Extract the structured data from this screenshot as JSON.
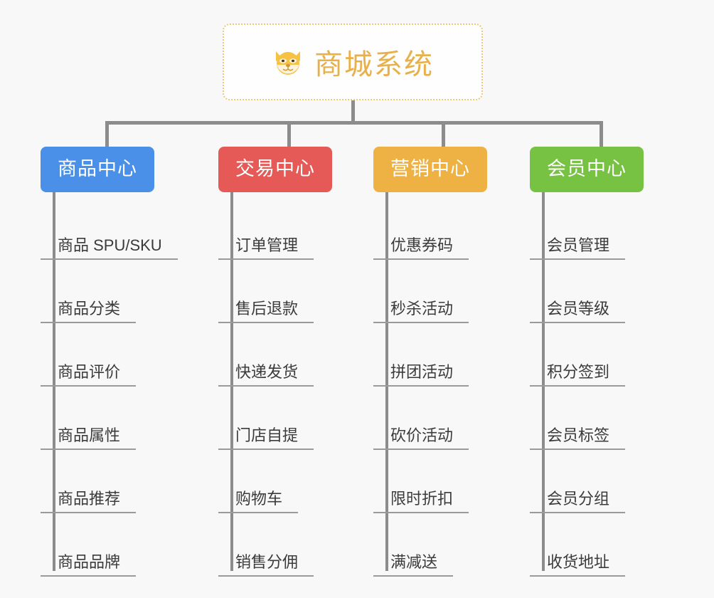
{
  "root": {
    "icon": "dog-face-icon",
    "title": "商城系统",
    "border_color": "#eac87e",
    "title_color": "#e8b04b"
  },
  "connector_color": "#8c8c8c",
  "background_color": "#f8f8f8",
  "branches": [
    {
      "label": "商品中心",
      "color": "#4a90e8",
      "items": [
        "商品 SPU/SKU",
        "商品分类",
        "商品评价",
        "商品属性",
        "商品推荐",
        "商品品牌"
      ]
    },
    {
      "label": "交易中心",
      "color": "#e55a56",
      "items": [
        "订单管理",
        "售后退款",
        "快递发货",
        "门店自提",
        "购物车",
        "销售分佣"
      ]
    },
    {
      "label": "营销中心",
      "color": "#edb144",
      "items": [
        "优惠券码",
        "秒杀活动",
        "拼团活动",
        "砍价活动",
        "限时折扣",
        "满减送"
      ]
    },
    {
      "label": "会员中心",
      "color": "#77c242",
      "items": [
        "会员管理",
        "会员等级",
        "积分签到",
        "会员标签",
        "会员分组",
        "收货地址"
      ]
    }
  ]
}
